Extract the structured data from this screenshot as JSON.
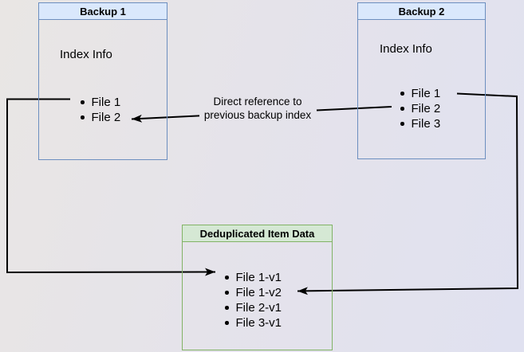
{
  "nodes": {
    "backup1": {
      "title": "Backup 1",
      "subtitle": "Index Info",
      "files": [
        "File 1",
        "File 2"
      ]
    },
    "backup2": {
      "title": "Backup 2",
      "subtitle": "Index Info",
      "files": [
        "File 1",
        "File 2",
        "File 3"
      ]
    },
    "dedup": {
      "title": "Deduplicated Item Data",
      "files": [
        "File 1-v1",
        "File 1-v2",
        "File 2-v1",
        "File 3-v1"
      ]
    }
  },
  "annotation": {
    "line1": "Direct reference to",
    "line2": "previous backup index"
  },
  "colors": {
    "blue_node_border": "#6c8ebf",
    "blue_node_header": "#dae8fc",
    "green_node_border": "#82b366",
    "green_node_header": "#d5e8d4",
    "connector": "#000000",
    "background_left": "#e9e6e4",
    "background_right": "#e0e1f0"
  }
}
